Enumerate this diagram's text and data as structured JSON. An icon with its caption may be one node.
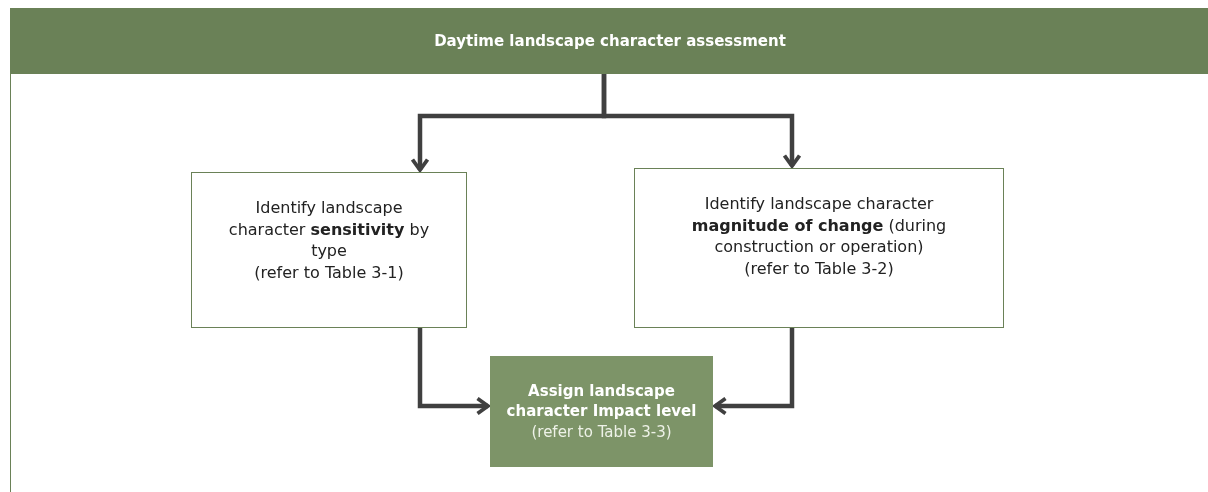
{
  "diagram": {
    "nodes": [
      {
        "text": [
          "Daytime landscape character assessment"
        ]
      },
      {
        "text": [
          "Identify landscape character **sensitivity** by type",
          "(refer to Table 3-1)"
        ]
      },
      {
        "text": [
          "Identify landscape character **magnitude of change** (during construction or operation)",
          "(refer to Table 3-2)"
        ]
      },
      {
        "text": [
          "Assign landscape character Impact  level",
          "(refer to Table 3-3)"
        ]
      }
    ],
    "edges": [
      {
        "from": 0,
        "to": 1,
        "arrow": "to"
      },
      {
        "from": 0,
        "to": 2,
        "arrow": "to"
      },
      {
        "from": 1,
        "to": 3,
        "arrow": "to"
      },
      {
        "from": 2,
        "to": 3,
        "arrow": "to"
      }
    ]
  }
}
